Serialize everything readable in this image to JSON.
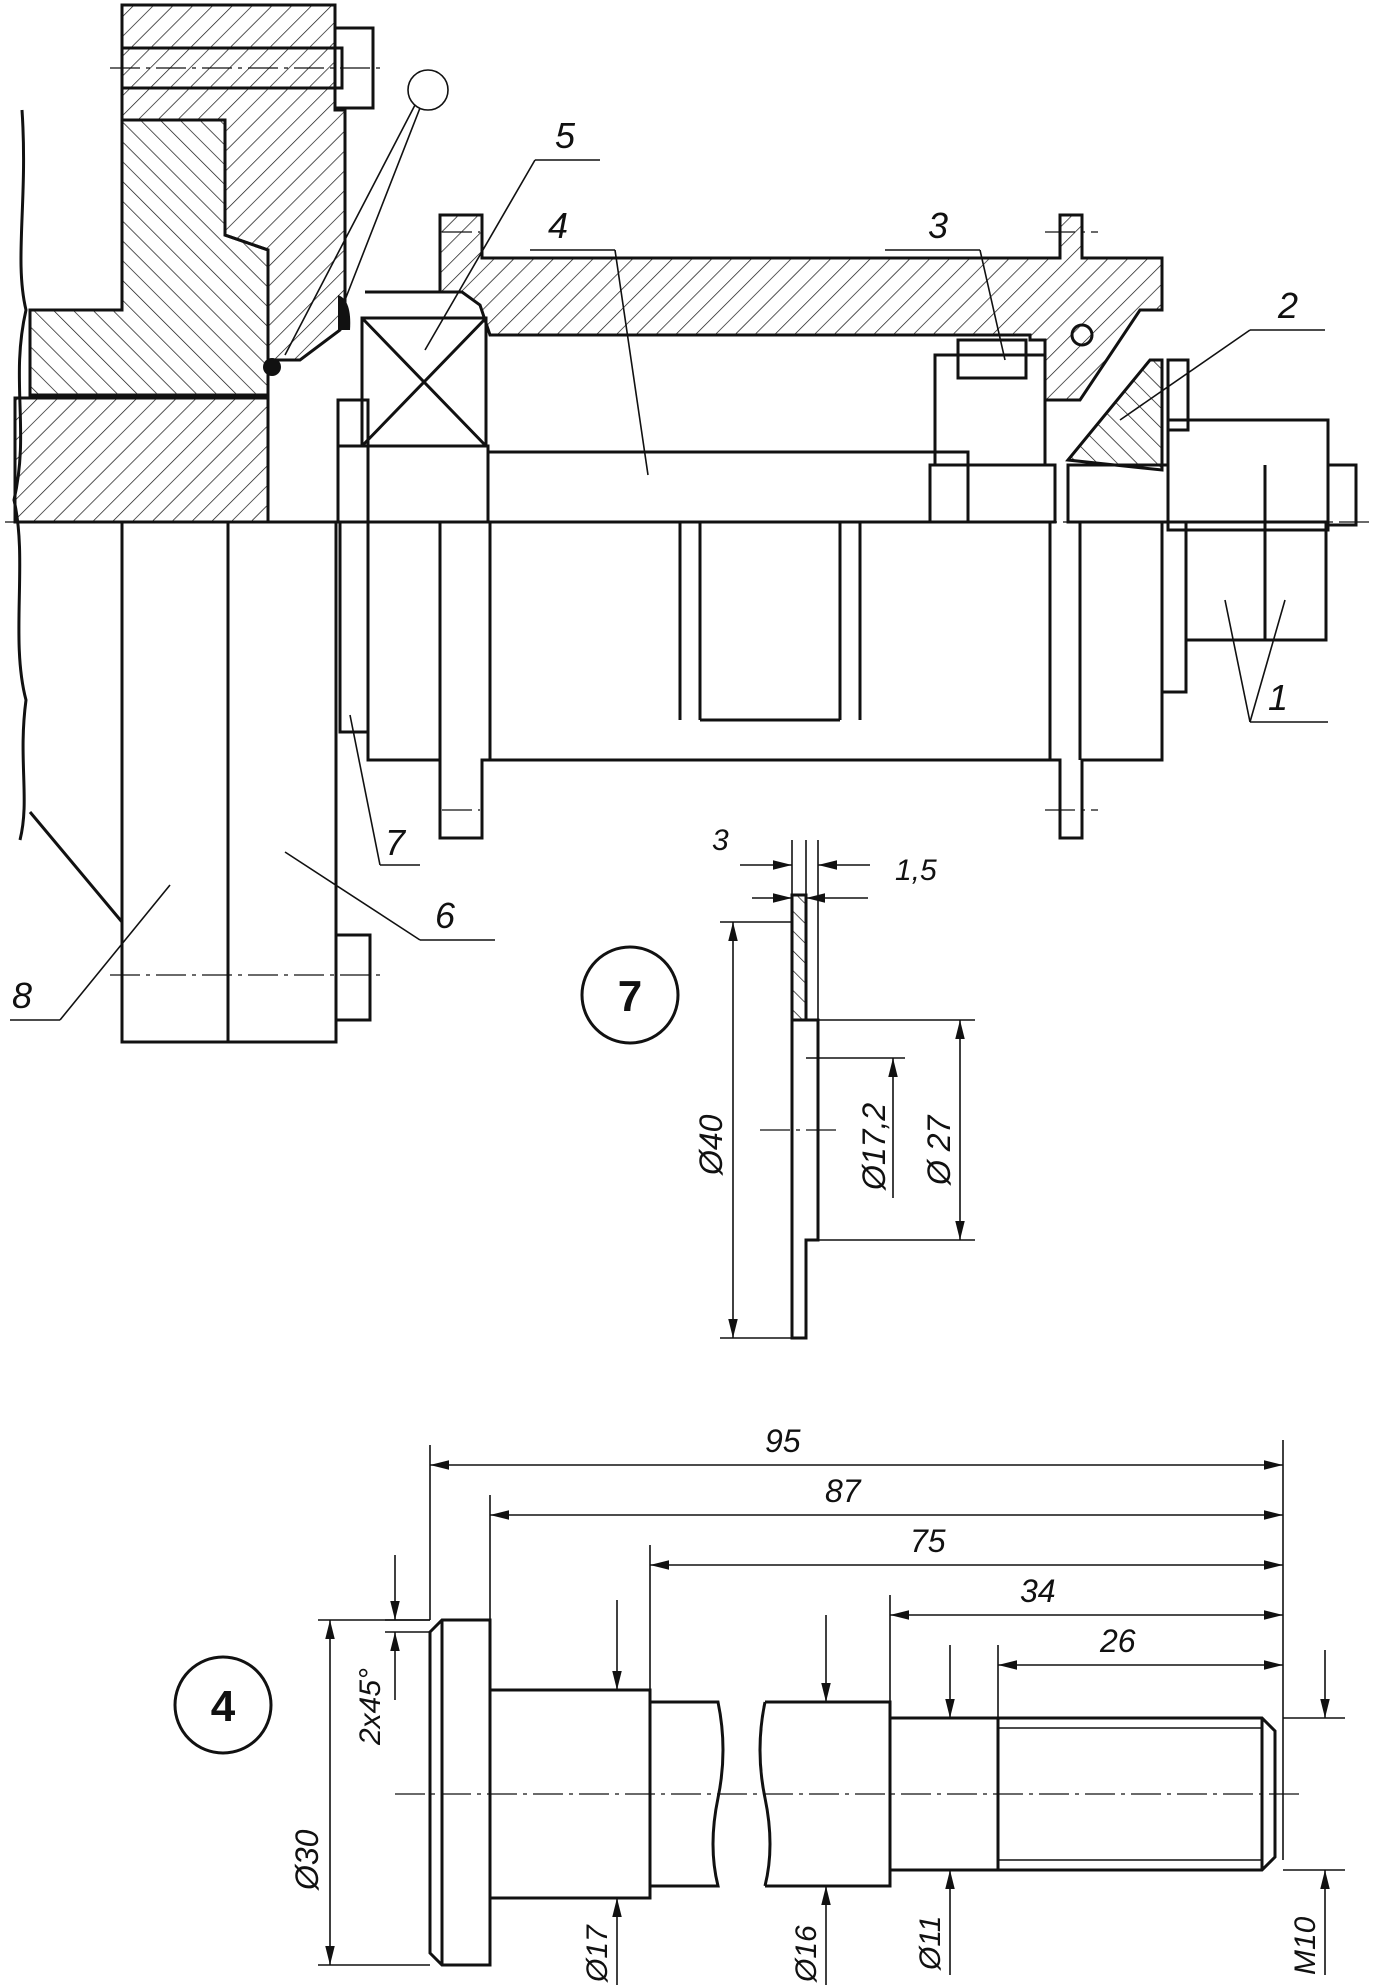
{
  "assembly": {
    "position_labels": [
      "1",
      "2",
      "3",
      "4",
      "5",
      "6",
      "7",
      "8"
    ]
  },
  "detail_7": {
    "callout": "7",
    "dimensions": {
      "thickness": "3",
      "step": "1,5",
      "outer_diameter": "Ø40",
      "bore_diameter": "Ø17,2",
      "hub_diameter": "Ø 27"
    }
  },
  "detail_4": {
    "callout": "4",
    "dimensions": {
      "total_length": "95",
      "length_87": "87",
      "length_75": "75",
      "length_34": "34",
      "thread_length": "26",
      "chamfer": "2x45°",
      "head_diameter": "Ø30",
      "d17": "Ø17",
      "d16": "Ø16",
      "d11": "Ø11",
      "thread": "M10"
    }
  }
}
